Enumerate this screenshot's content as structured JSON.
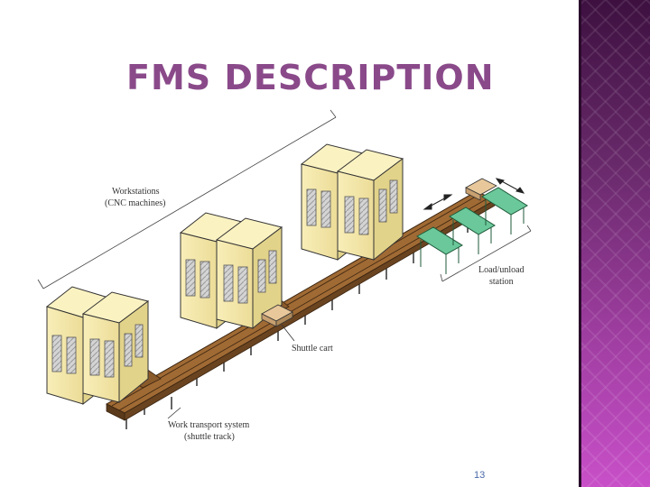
{
  "slide": {
    "title": "FMS DESCRIPTION",
    "page_number": "13"
  },
  "diagram": {
    "labels": {
      "workstations_line1": "Workstations",
      "workstations_line2": "(CNC machines)",
      "load_line1": "Load/unload",
      "load_line2": "station",
      "shuttle_cart": "Shuttle cart",
      "transport_line1": "Work transport system",
      "transport_line2": "(shuttle track)"
    },
    "colors": {
      "machine_body": "#f6eaaa",
      "machine_side": "#e2d38a",
      "track": "#8a5a2a",
      "track_dark": "#5a3a1a",
      "station": "#55b48a",
      "cart": "#d8b48a",
      "title": "#8a4a8a",
      "side_bar": "#7a2a7c"
    }
  }
}
